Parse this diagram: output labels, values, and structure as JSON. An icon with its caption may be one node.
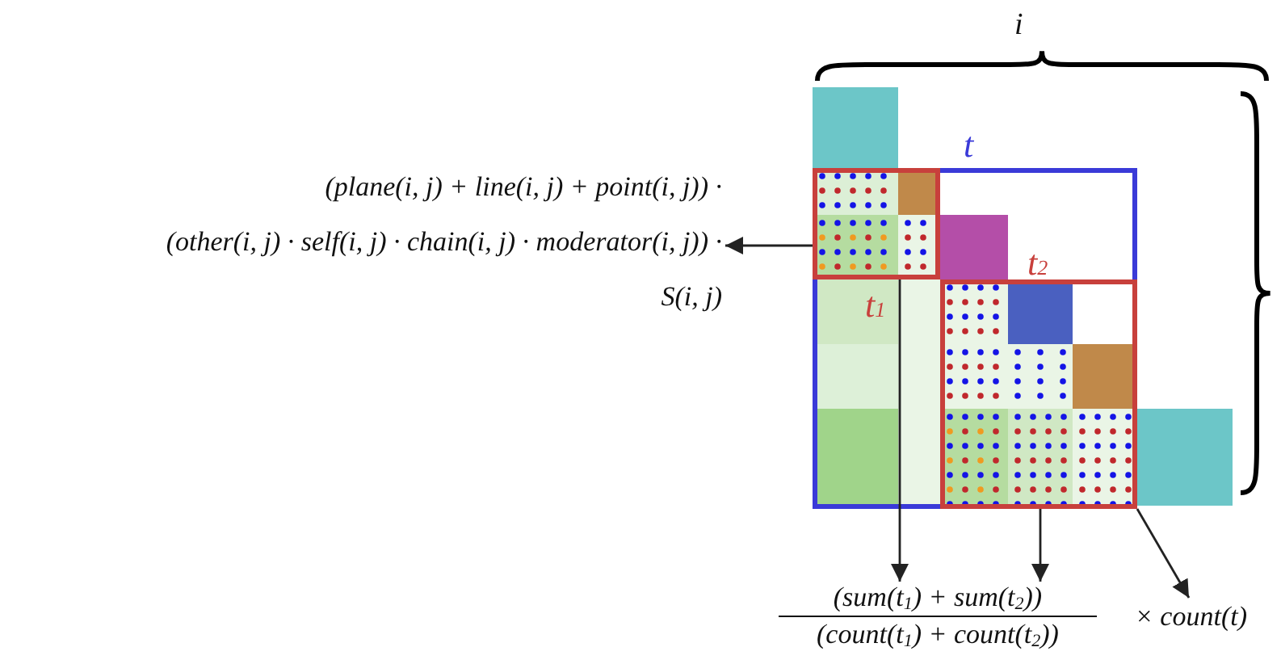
{
  "diagram": {
    "nodes": [
      {
        "text": [
          "t"
        ]
      },
      {
        "text": [
          "t$_{1}$"
        ],
        "in": 0
      },
      {
        "text": [
          "t$_{2}$"
        ],
        "in": 0
      },
      {
        "text": [
          "(plane(i, j) + line(i, j) + point(i, j)) ·",
          "(other(i, j) · self(i, j) · chain(i, j) · moderator(i, j)) ·",
          "S(i, j)"
        ]
      },
      {
        "text": [
          "(sum(t$_{1}$) + sum(t$_{2}$))",
          "(count(t$_{1}$) + count(t$_{2}$))"
        ]
      },
      {
        "text": [
          "× count(t)"
        ]
      }
    ],
    "edges": [
      {
        "from": 1,
        "to": 3,
        "arrow": "to"
      },
      {
        "from": 1,
        "to": 4,
        "arrow": "to"
      },
      {
        "from": 2,
        "to": 4,
        "arrow": "to"
      },
      {
        "from": 0,
        "to": 5,
        "arrow": "to"
      }
    ],
    "labels": [
      "i"
    ]
  }
}
